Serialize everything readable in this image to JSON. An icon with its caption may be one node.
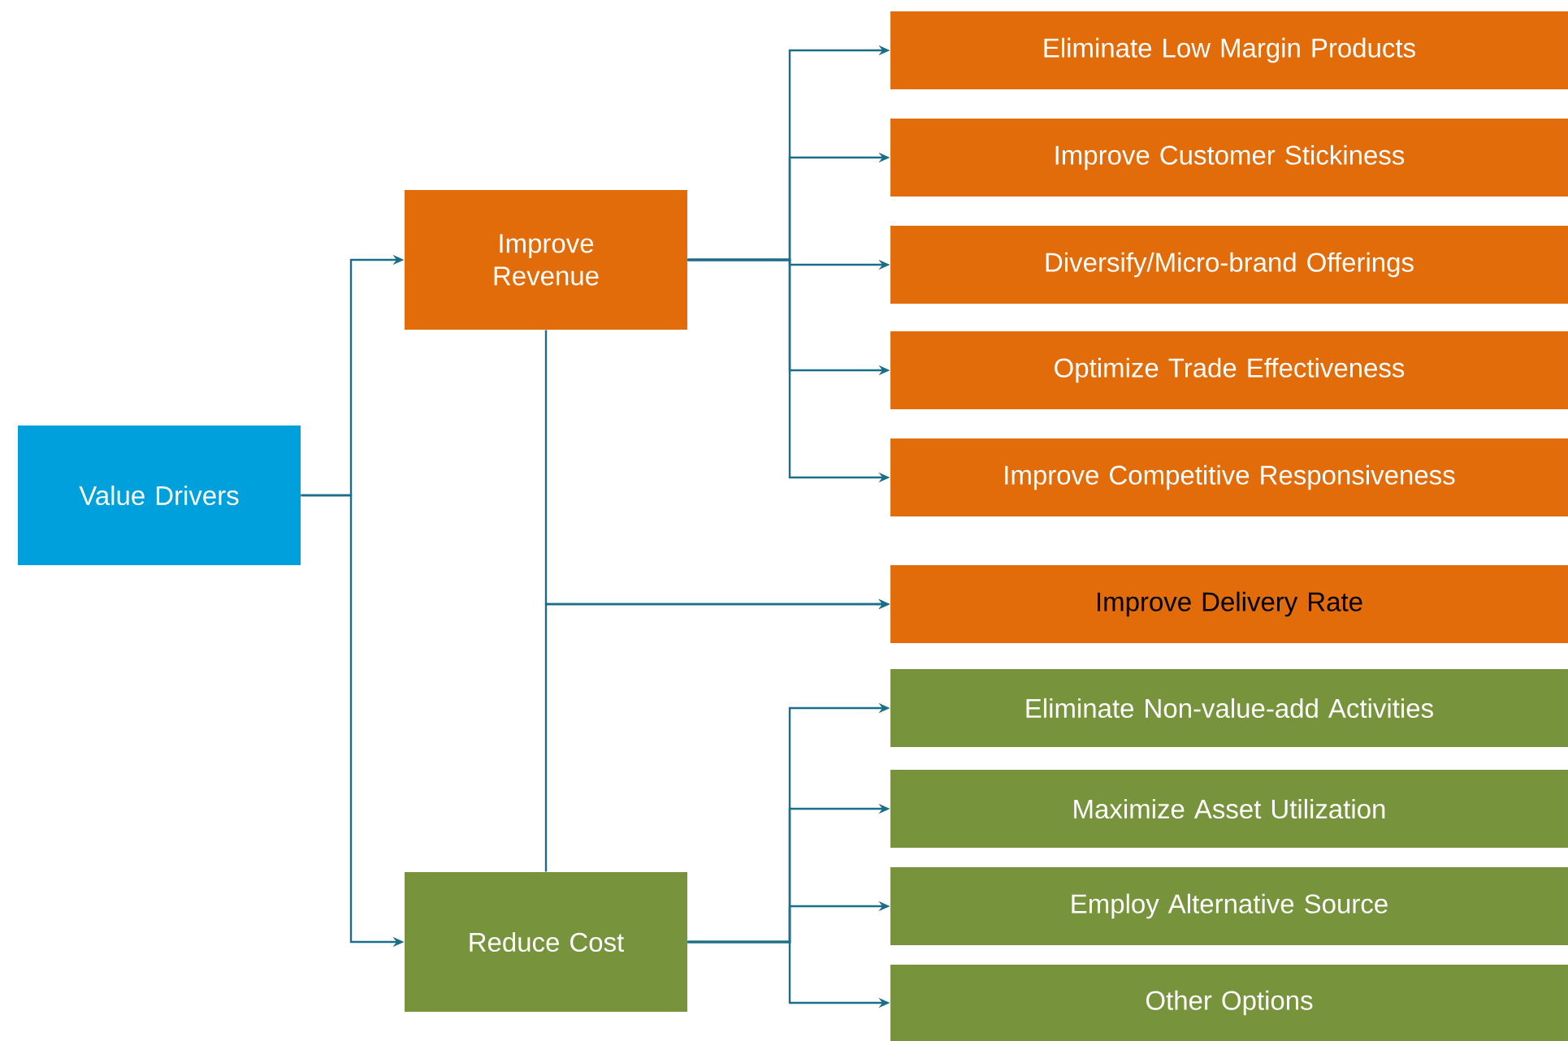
{
  "diagram": {
    "nodes": [
      {
        "text": [
          "Value Drivers"
        ]
      },
      {
        "text": [
          "Improve Revenue"
        ]
      },
      {
        "text": [
          "Eliminate Low Margin Products"
        ]
      },
      {
        "text": [
          "Improve Customer Stickiness"
        ]
      },
      {
        "text": [
          "Diversify/Micro-brand Offerings"
        ]
      },
      {
        "text": [
          "Optimize Trade Effectiveness"
        ]
      },
      {
        "text": [
          "Improve Competitive Responsiveness"
        ]
      },
      {
        "text": [
          "Improve Delivery Rate"
        ]
      },
      {
        "text": [
          "Reduce Cost"
        ]
      },
      {
        "text": [
          "Eliminate Non-value-add Activities"
        ]
      },
      {
        "text": [
          "Maximize Asset Utilization"
        ]
      },
      {
        "text": [
          "Employ Alternative Source"
        ]
      },
      {
        "text": [
          "Other Options"
        ]
      }
    ],
    "edges": [
      {
        "from": 0,
        "to": 1,
        "arrow": "to"
      },
      {
        "from": 0,
        "to": 8,
        "arrow": "to"
      },
      {
        "from": 1,
        "to": 2,
        "arrow": "to"
      },
      {
        "from": 1,
        "to": 3,
        "arrow": "to"
      },
      {
        "from": 1,
        "to": 4,
        "arrow": "to"
      },
      {
        "from": 1,
        "to": 5,
        "arrow": "to"
      },
      {
        "from": 1,
        "to": 6,
        "arrow": "to"
      },
      {
        "from": 1,
        "to": 7,
        "arrow": "to"
      },
      {
        "from": 8,
        "to": 7,
        "arrow": "to"
      },
      {
        "from": 8,
        "to": 9,
        "arrow": "to"
      },
      {
        "from": 8,
        "to": 10,
        "arrow": "to"
      },
      {
        "from": 8,
        "to": 11,
        "arrow": "to"
      },
      {
        "from": 8,
        "to": 12,
        "arrow": "to"
      }
    ]
  }
}
